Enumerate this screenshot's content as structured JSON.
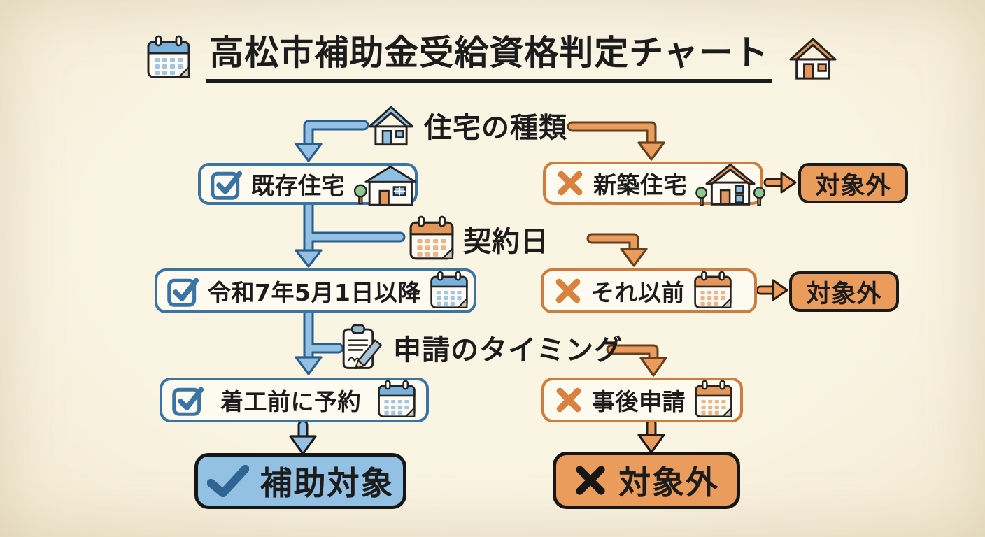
{
  "title": {
    "text": "高松市補助金受給資格判定チャート"
  },
  "colors": {
    "bg": "#f9f2e0",
    "ink": "#1c1c1c",
    "blue": "#93c1e3",
    "blue-dark": "#2b5d8c",
    "blue-accent": "#3a74a5",
    "orange": "#e99c5c",
    "orange-dark": "#66401f",
    "orange-accent": "#d07c3c",
    "box-bg": "#fdfaef",
    "green": "#8fc98f"
  },
  "decisions": [
    {
      "label": "住宅の種類",
      "yes": {
        "text": "既存住宅"
      },
      "no": {
        "text": "新築住宅"
      },
      "no_result": "対象外"
    },
    {
      "label": "契約日",
      "yes": {
        "text": "令和7年5月1日以降"
      },
      "no": {
        "text": "それ以前"
      },
      "no_result": "対象外"
    },
    {
      "label": "申請のタイミング",
      "yes": {
        "text": "着工前に予約"
      },
      "no": {
        "text": "事後申請"
      }
    }
  ],
  "results": {
    "eligible": "補助対象",
    "not_eligible": "対象外"
  }
}
